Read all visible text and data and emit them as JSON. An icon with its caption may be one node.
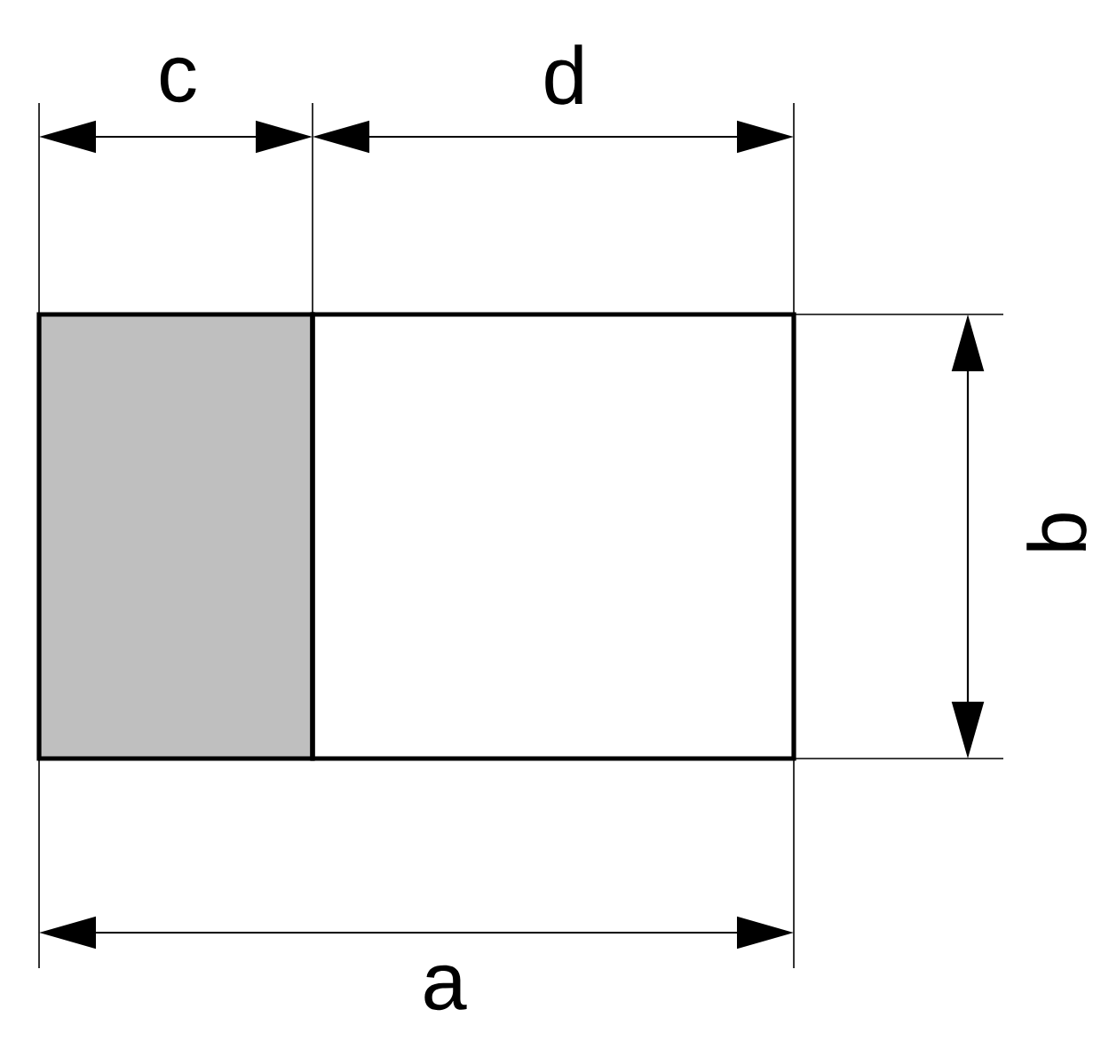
{
  "diagram": {
    "labels": [
      "c",
      "d",
      "b",
      "a"
    ]
  }
}
